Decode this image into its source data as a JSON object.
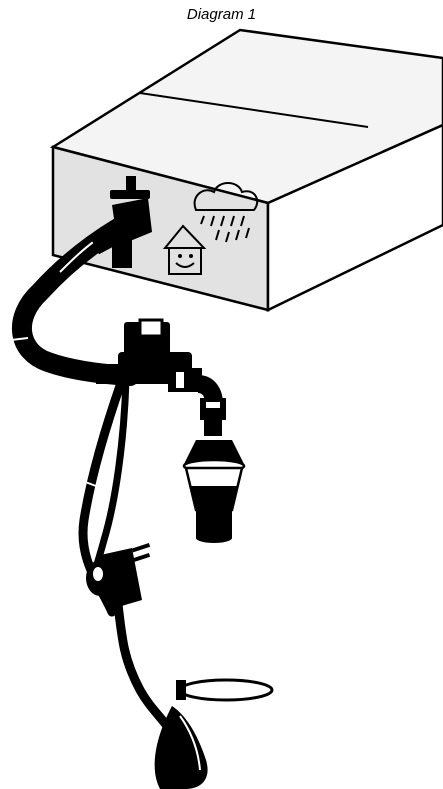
{
  "title": "Diagram 1",
  "colors": {
    "ink": "#000000",
    "box_face": "#e2e2e2",
    "box_top": "#f4f4f4",
    "paper": "#ffffff"
  },
  "parts": [
    {
      "name": "rain-tank",
      "icon": "rain-tank-box"
    },
    {
      "name": "tap",
      "icon": "tap-icon"
    },
    {
      "name": "house-icon",
      "icon": "house-icon"
    },
    {
      "name": "rain-cloud-icon",
      "icon": "rain-cloud-icon"
    },
    {
      "name": "hose",
      "icon": "hose"
    },
    {
      "name": "pump",
      "icon": "pump-icon"
    },
    {
      "name": "filter",
      "icon": "filter-cup-icon"
    },
    {
      "name": "float-switch",
      "icon": "float-switch-icon"
    },
    {
      "name": "plug",
      "icon": "plug-icon"
    },
    {
      "name": "cable-tie",
      "icon": "cable-tie-icon"
    }
  ]
}
